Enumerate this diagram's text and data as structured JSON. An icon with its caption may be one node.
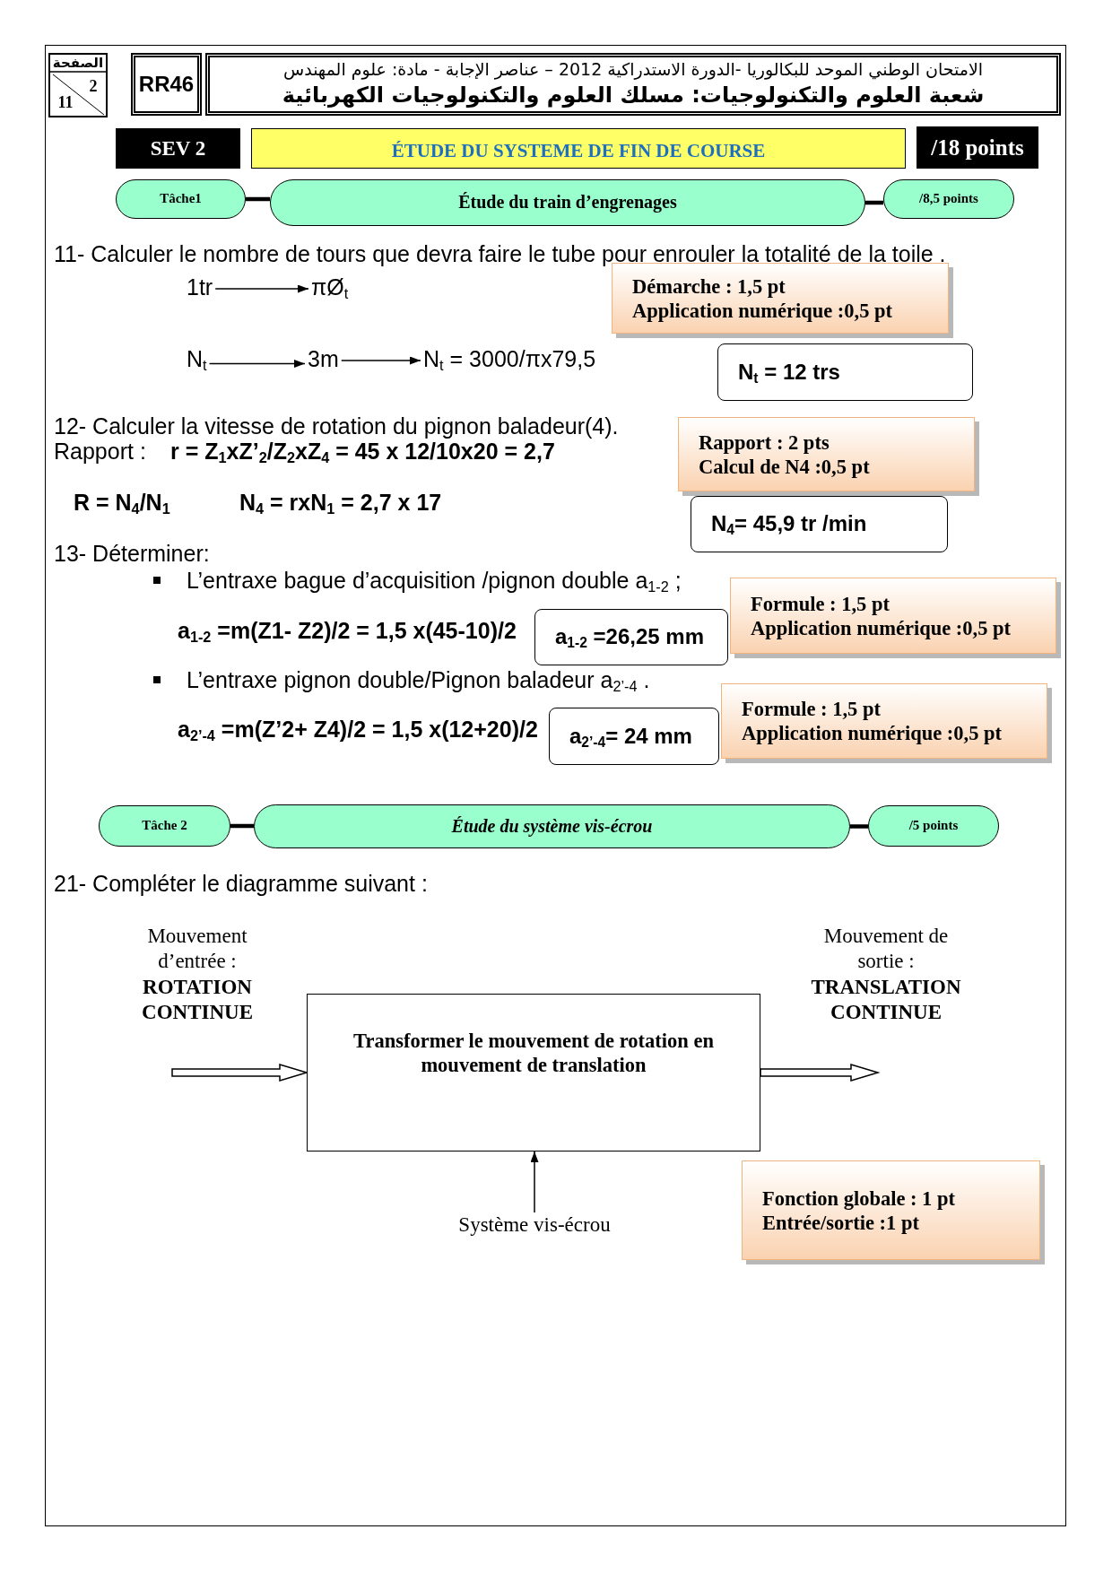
{
  "diagram": {
    "nodes": [
      {
        "text": [
          "الصفحة",
          "2",
          "11"
        ]
      },
      {
        "text": [
          "RR46"
        ]
      },
      {
        "text": [
          "الامتحان الوطني الموحد للبكالوريا -الدورة الاستدراكية 2012 – عناصر الإجابة - مادة: علوم المهندس",
          "شعبة العلوم والتكنولوجيات: مسلك العلوم والتكنولوجيات الكهربائية"
        ]
      },
      {
        "text": [
          "SEV 2"
        ]
      },
      {
        "text": [
          "ÉTUDE DU SYSTEME DE FIN DE COURSE"
        ]
      },
      {
        "text": [
          "/18 points"
        ]
      },
      {
        "text": [
          "Tâche1"
        ]
      },
      {
        "text": [
          "Étude  du train d’engrenages"
        ]
      },
      {
        "text": [
          "/8,5 points"
        ]
      },
      {
        "text": [
          "1tr"
        ]
      },
      {
        "text": [
          "πØ$_{t}$"
        ]
      },
      {
        "text": [
          "N$_{t}$"
        ]
      },
      {
        "text": [
          "3m"
        ]
      },
      {
        "text": [
          "N$_{t}$ = 3000/πx79,5"
        ]
      },
      {
        "text": [
          "Démarche : 1,5 pt",
          "Application numérique :0,5 pt"
        ]
      },
      {
        "text": [
          "N$_{t}$ = 12 trs"
        ]
      },
      {
        "text": [
          "Rapport  : 2 pts",
          "Calcul de N4  :0,5 pt"
        ]
      },
      {
        "text": [
          "N$_{4}$= 45,9 tr /min"
        ]
      },
      {
        "text": [
          "a$_{1-2}$ =26,25 mm"
        ]
      },
      {
        "text": [
          "Formule  : 1,5 pt",
          "Application numérique :0,5 pt"
        ]
      },
      {
        "text": [
          "a$_{2’-4}$= 24 mm"
        ]
      },
      {
        "text": [
          "Formule  : 1,5 pt",
          "Application numérique :0,5 pt"
        ]
      },
      {
        "text": [
          "Tâche 2"
        ]
      },
      {
        "text": [
          "Étude du système vis-écrou"
        ]
      },
      {
        "text": [
          "/5 points"
        ]
      },
      {
        "text": [
          "Transformer le mouvement de rotation en mouvement de translation"
        ]
      },
      {
        "text": [
          "Système vis-écrou"
        ]
      },
      {
        "text": [
          "Fonction globale  : 1 pt",
          "Entrée/sortie  :1 pt"
        ]
      }
    ],
    "edges": [
      {
        "from": 6,
        "to": 7,
        "arrow": "none",
        "style": "thick"
      },
      {
        "from": 7,
        "to": 8,
        "arrow": "none",
        "style": "thick"
      },
      {
        "from": 9,
        "to": 10,
        "arrow": "to"
      },
      {
        "from": 11,
        "to": 12,
        "arrow": "to"
      },
      {
        "from": 12,
        "to": 13,
        "arrow": "to"
      },
      {
        "from": 22,
        "to": 23,
        "arrow": "none",
        "style": "thick"
      },
      {
        "from": 23,
        "to": 24,
        "arrow": "none",
        "style": "thick"
      },
      {
        "from": null,
        "to": 25,
        "arrow": "to"
      },
      {
        "from": 25,
        "to": null,
        "arrow": "to"
      },
      {
        "from": 26,
        "to": 25,
        "arrow": "to"
      }
    ],
    "labels": [
      "11- Calculer le nombre de tours que devra faire le tube pour enrouler la totalité de la toile .",
      "12- Calculer la vitesse de rotation du pignon baladeur(4).",
      "Rapport :",
      "r = Z$_{1}$xZ’$_{2}$/Z$_{2}$xZ$_{4}$   = 45 x 12/10x20 = 2,7",
      "R = N$_{4}$/N$_{1}$",
      "N$_{4}$ = rxN$_{1}$ = 2,7 x 17",
      "13- Déterminer:",
      "L’entraxe bague d’acquisition /pignon double a$_{1-2}$ ;",
      "a$_{1-2}$ =m(Z1- Z2)/2  = 1,5 x(45-10)/2",
      "L’entraxe pignon double/Pignon baladeur  a$_{2’-4}$  .",
      "a$_{2’-4}$ =m(Z’2+ Z4)/2  = 1,5 x(12+20)/2",
      "21- Compléter le diagramme suivant :",
      "Mouvement d’entrée :",
      "ROTATION CONTINUE",
      "Mouvement de sortie :",
      "TRANSLATION CONTINUE"
    ]
  }
}
